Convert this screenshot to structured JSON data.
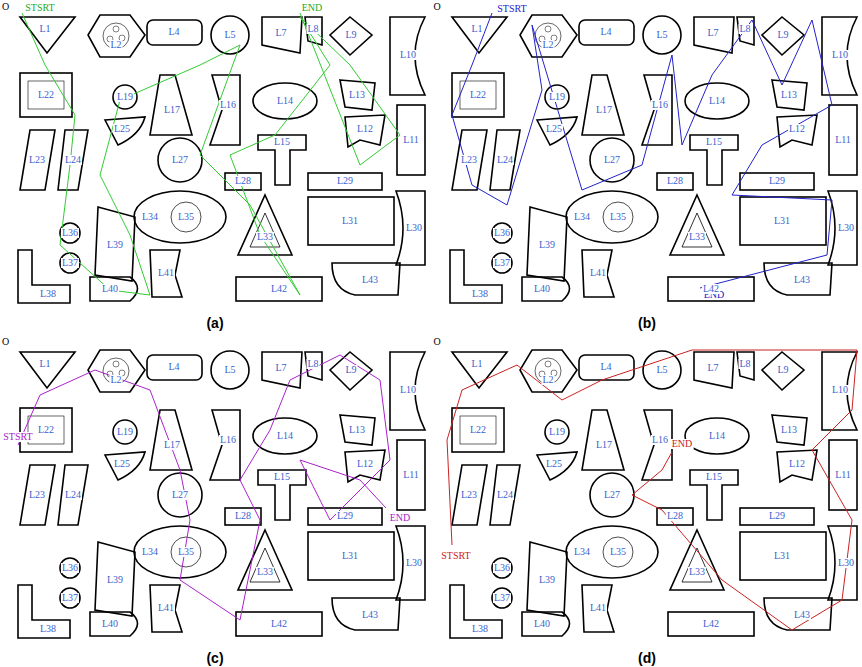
{
  "diagram": {
    "labels": [
      "O",
      "STSRT",
      "END",
      "L1",
      "L2",
      "L4",
      "L5",
      "L7",
      "L8",
      "L9",
      "L10",
      "L22",
      "L19",
      "L17",
      "L16",
      "L14",
      "L13",
      "L12",
      "L11",
      "L25",
      "L27",
      "L15",
      "L28",
      "L29",
      "L23",
      "L24",
      "L34",
      "L35",
      "L33",
      "L31",
      "L30",
      "L36",
      "L37",
      "L39",
      "L41",
      "L40",
      "L38",
      "L42",
      "L43",
      "(a)",
      "O",
      "STSRT",
      "END",
      "L1",
      "L2",
      "L4",
      "L5",
      "L7",
      "L8",
      "L9",
      "L10",
      "L22",
      "L19",
      "L17",
      "L16",
      "L14",
      "L13",
      "L12",
      "L11",
      "L25",
      "L27",
      "L15",
      "L28",
      "L29",
      "L23",
      "L24",
      "L34",
      "L35",
      "L33",
      "L31",
      "L30",
      "L36",
      "L37",
      "L39",
      "L41",
      "L40",
      "L38",
      "L42",
      "L43",
      "(b)",
      "O",
      "STSRT",
      "END",
      "L1",
      "L2",
      "L4",
      "L5",
      "L7",
      "L8",
      "L9",
      "L10",
      "L22",
      "L19",
      "L17",
      "L16",
      "L14",
      "L13",
      "L12",
      "L11",
      "L25",
      "L27",
      "L15",
      "L28",
      "L29",
      "L23",
      "L24",
      "L34",
      "L35",
      "L33",
      "L31",
      "L30",
      "L36",
      "L37",
      "L39",
      "L41",
      "L40",
      "L38",
      "L42",
      "L43",
      "(c)",
      "O",
      "STSRT",
      "END",
      "L1",
      "L2",
      "L4",
      "L5",
      "L7",
      "L8",
      "L9",
      "L10",
      "L22",
      "L19",
      "L17",
      "L16",
      "L14",
      "L13",
      "L12",
      "L11",
      "L25",
      "L27",
      "L15",
      "L28",
      "L29",
      "L23",
      "L24",
      "L34",
      "L35",
      "L33",
      "L31",
      "L30",
      "L36",
      "L37",
      "L39",
      "L41",
      "L40",
      "L38",
      "L42",
      "L43",
      "(d)"
    ]
  }
}
